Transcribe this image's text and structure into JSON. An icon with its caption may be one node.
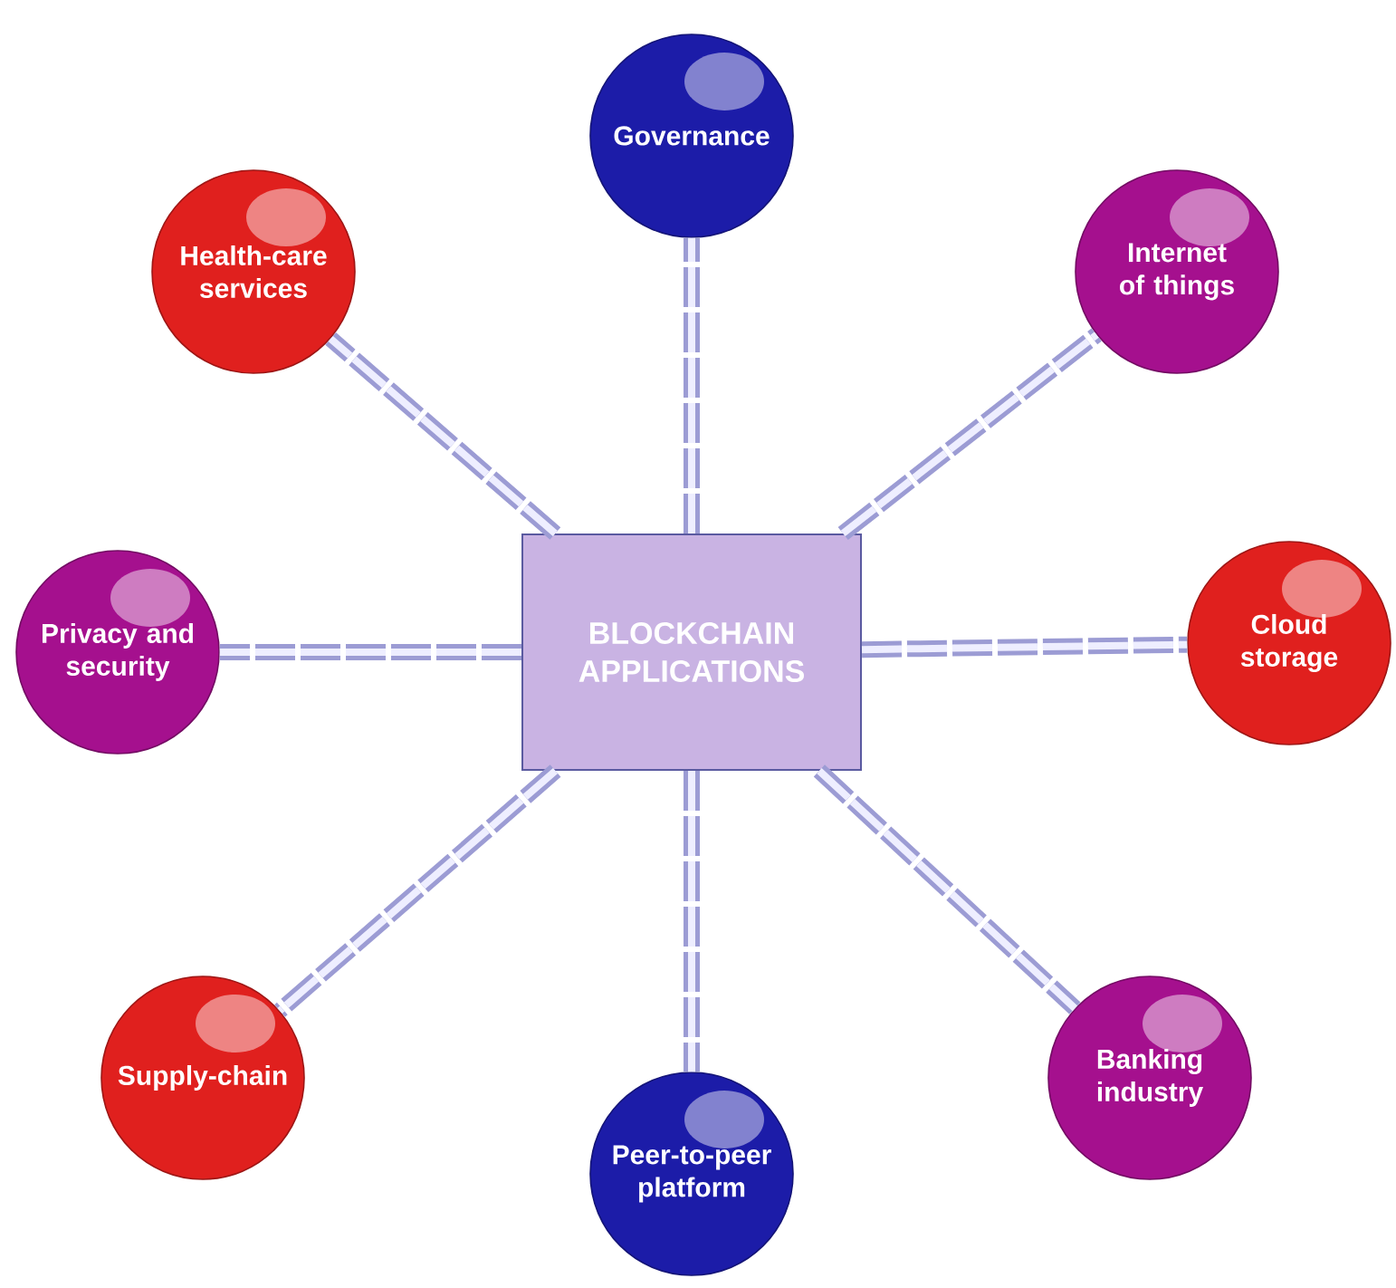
{
  "diagram": {
    "nodes": [
      {
        "text": [
          "BLOCKCHAIN APPLICATIONS"
        ]
      },
      {
        "text": [
          "Governance"
        ]
      },
      {
        "text": [
          "Health-care services"
        ]
      },
      {
        "text": [
          "Internet of things"
        ]
      },
      {
        "text": [
          "Privacy and security"
        ]
      },
      {
        "text": [
          "Cloud storage"
        ]
      },
      {
        "text": [
          "Supply-chain"
        ]
      },
      {
        "text": [
          "Banking industry"
        ]
      },
      {
        "text": [
          "Peer-to-peer platform"
        ]
      }
    ],
    "edges": [
      {
        "from": 0,
        "to": 1,
        "arrow": "none"
      },
      {
        "from": 0,
        "to": 2,
        "arrow": "none"
      },
      {
        "from": 0,
        "to": 3,
        "arrow": "none"
      },
      {
        "from": 0,
        "to": 4,
        "arrow": "none"
      },
      {
        "from": 0,
        "to": 5,
        "arrow": "none"
      },
      {
        "from": 0,
        "to": 6,
        "arrow": "none"
      },
      {
        "from": 0,
        "to": 7,
        "arrow": "none"
      },
      {
        "from": 0,
        "to": 8,
        "arrow": "none"
      }
    ]
  }
}
